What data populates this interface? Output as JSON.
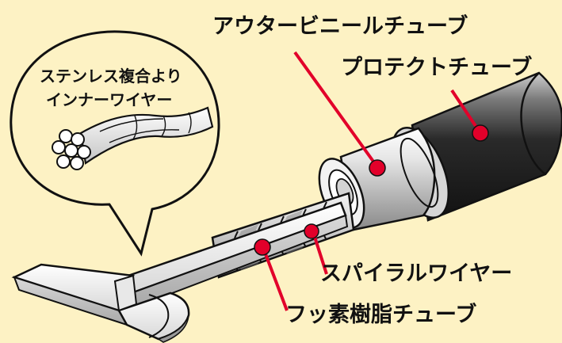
{
  "labels": {
    "outer_vinyl_tube": "アウタービニールチューブ",
    "protect_tube": "プロテクトチューブ",
    "spiral_wire": "スパイラルワイヤー",
    "fluororesin_tube": "フッ素樹脂チューブ",
    "inner_wire_line1": "ステンレス複合より",
    "inner_wire_line2": "インナーワイヤー"
  },
  "colors": {
    "background": "#fdf2c4",
    "bubble": "#fdf2c4",
    "marker": "#e2002a",
    "outline": "#111111",
    "protect_dark": "#1e1e1e",
    "metal_light": "#eaeaea",
    "metal_mid": "#b8b8b8"
  }
}
